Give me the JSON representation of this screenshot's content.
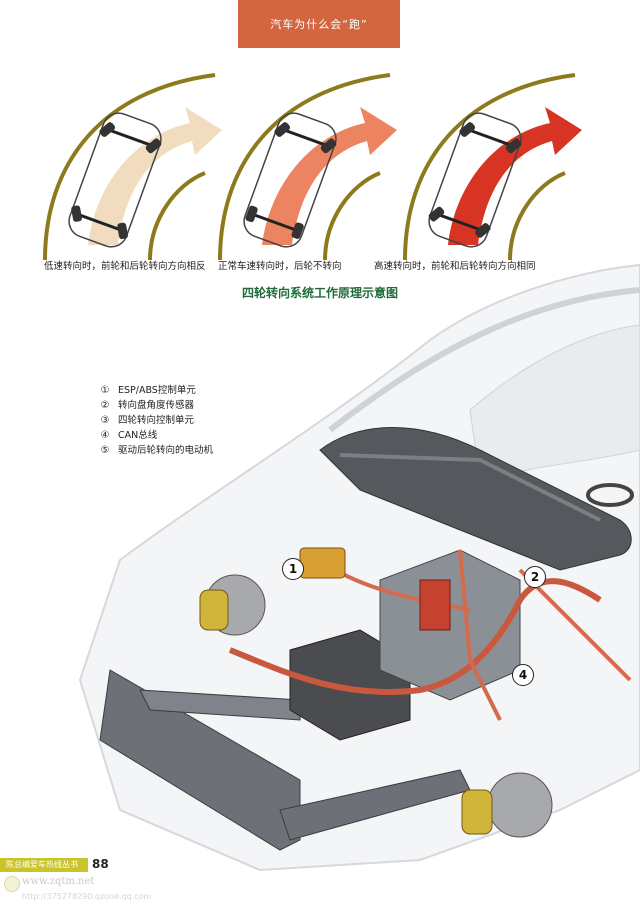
{
  "header": {
    "title": "汽车为什么会“跑”"
  },
  "diagram": {
    "title": "四轮转向系统工作原理示意图",
    "panels": [
      {
        "caption": "低速转向时，前轮和后轮转向方向相反",
        "arrow_color": "#f1dcc0"
      },
      {
        "caption": "正常车速转向时，后轮不转向",
        "arrow_color": "#ec8461"
      },
      {
        "caption": "高速转向时，前轮和后轮转向方向相同",
        "arrow_color": "#d83424"
      }
    ],
    "arc_color": "#8e7a1c"
  },
  "legend": {
    "items": [
      {
        "num": "①",
        "label": "ESP/ABS控制单元"
      },
      {
        "num": "②",
        "label": "转向盘角度传感器"
      },
      {
        "num": "③",
        "label": "四轮转向控制单元"
      },
      {
        "num": "④",
        "label": "CAN总线"
      },
      {
        "num": "⑤",
        "label": "驱动后轮转向的电动机"
      }
    ]
  },
  "callouts": {
    "c1": "1",
    "c2": "2",
    "c4": "4"
  },
  "footer": {
    "series": "陈总编爱车热线丛书",
    "page": "88",
    "watermark_url": "www.zqtm.net",
    "watermark_sub": "http://375278290.qzone.qq.com"
  }
}
